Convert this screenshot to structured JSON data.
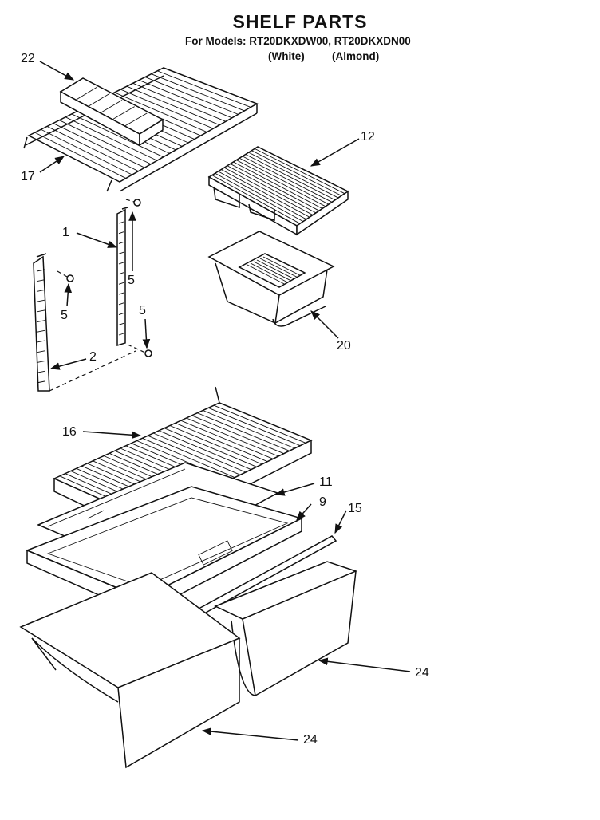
{
  "title": "SHELF PARTS",
  "models_line": "For Models: RT20DKXDW00, RT20DKXDN00",
  "color_white": "(White)",
  "color_almond": "(Almond)",
  "callouts": {
    "c22": "22",
    "c17": "17",
    "c12": "12",
    "c1": "1",
    "c5a": "5",
    "c5b": "5",
    "c5c": "5",
    "c2": "2",
    "c20": "20",
    "c16": "16",
    "c11": "11",
    "c9": "9",
    "c15": "15",
    "c24a": "24",
    "c24b": "24"
  }
}
